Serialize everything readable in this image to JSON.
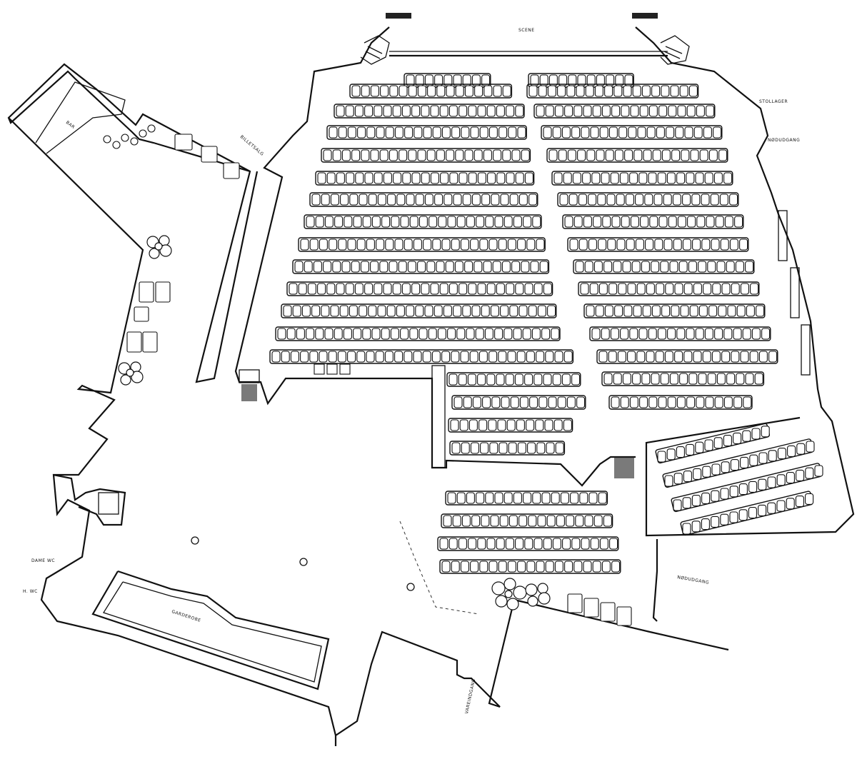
{
  "labels": {
    "stage": "SCENE",
    "bar": "BAR",
    "chair_store": "STOLLAGER",
    "emergency_exit_top": "NØDUDGANG",
    "emergency_exit_bottom": "NØDUDGANG",
    "cloakroom": "GARDEROBE",
    "ladies_wc": "DAME WC",
    "mens_wc": "H. WC",
    "delivery": "VAREINDGANG",
    "ticket": "BILLETSALG"
  },
  "colors": {
    "ink": "#111111",
    "paper": "#ffffff"
  }
}
